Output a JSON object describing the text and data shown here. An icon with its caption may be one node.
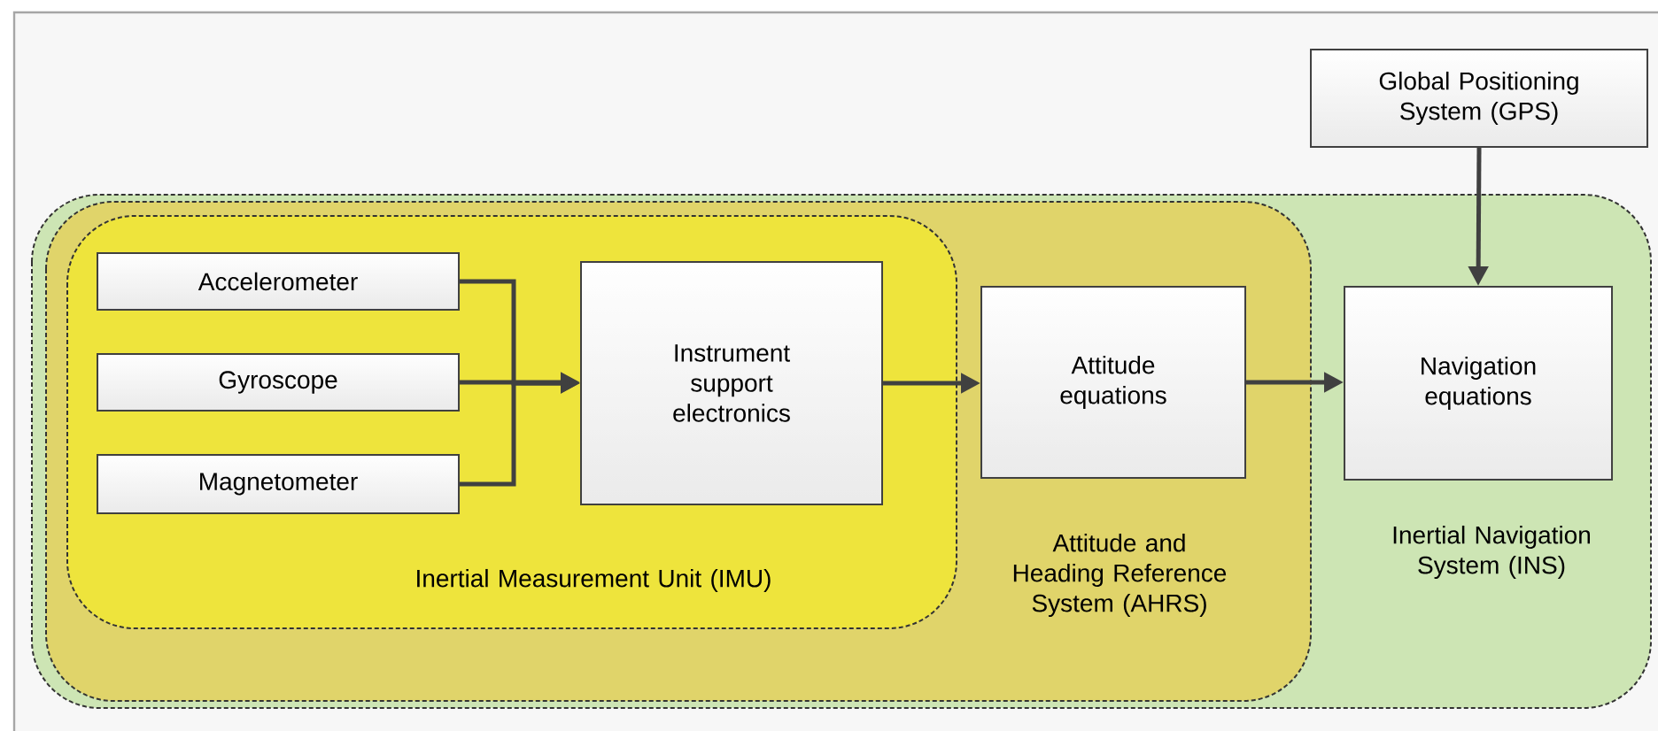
{
  "diagram": {
    "nodes": [
      {
        "text": [
          "Inertial Navigation System (INS)"
        ]
      },
      {
        "text": [
          "Attitude and Heading Reference System (AHRS)"
        ],
        "in": 0
      },
      {
        "text": [
          "Inertial Measurement Unit (IMU)"
        ],
        "in": 1
      },
      {
        "text": [
          "Accelerometer"
        ],
        "in": 2
      },
      {
        "text": [
          "Gyroscope"
        ],
        "in": 2
      },
      {
        "text": [
          "Magnetometer"
        ],
        "in": 2
      },
      {
        "text": [
          "Instrument support electronics"
        ],
        "in": 2
      },
      {
        "text": [
          "Attitude equations"
        ],
        "in": 1
      },
      {
        "text": [
          "Navigation equations"
        ],
        "in": 0
      },
      {
        "text": [
          "Global Positioning System (GPS)"
        ]
      }
    ],
    "edges": [
      {
        "from": 3,
        "to": 6,
        "arrow": "to"
      },
      {
        "from": 4,
        "to": 6,
        "arrow": "to"
      },
      {
        "from": 5,
        "to": 6,
        "arrow": "to"
      },
      {
        "from": 6,
        "to": 7,
        "arrow": "to"
      },
      {
        "from": 7,
        "to": 8,
        "arrow": "to"
      },
      {
        "from": 9,
        "to": 8,
        "arrow": "to"
      }
    ]
  }
}
